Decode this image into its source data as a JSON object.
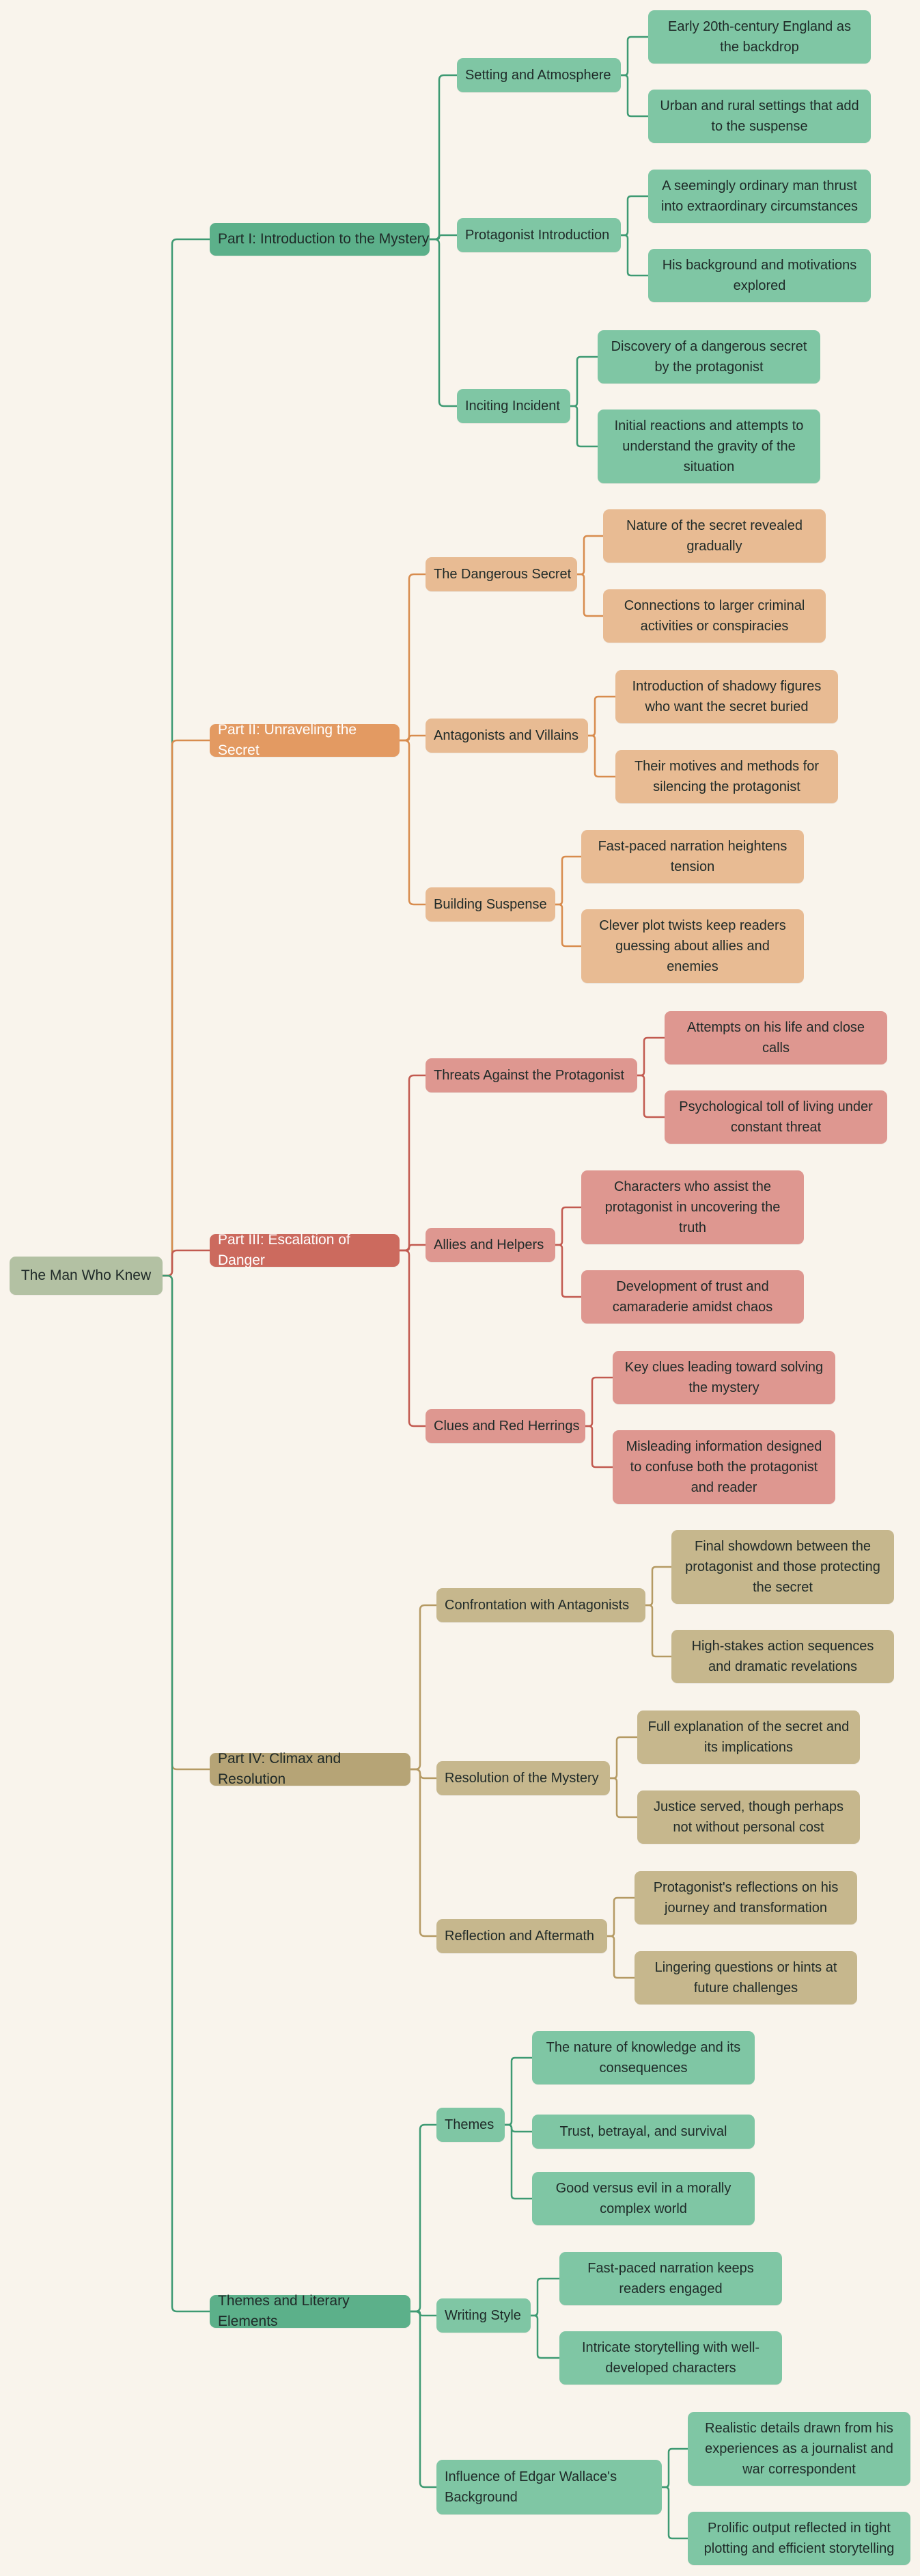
{
  "colors": {
    "background": "#f9f4ec",
    "root": "#b3c1a3",
    "green_dark": "#5cb08a",
    "green_light": "#7fc6a4",
    "green_line": "#3e9a73",
    "orange_dark": "#e39a62",
    "orange_light": "#e8bb93",
    "orange_line": "#d88c4e",
    "red_dark": "#cc6a5e",
    "red_light": "#de9790",
    "red_line": "#c25a50",
    "tan_dark": "#b6a476",
    "tan_light": "#c6b78d",
    "tan_line": "#b59a64",
    "text_light": "#ffffff",
    "text_dark": "#1f2a28"
  },
  "diagram": {
    "root": "The Man Who Knew",
    "branches": [
      {
        "label": "Part I: Introduction to the Mystery",
        "palette": "green",
        "children": [
          {
            "label": "Setting and Atmosphere",
            "children": [
              "Early 20th-century England as the backdrop",
              "Urban and rural settings that add to the suspense"
            ]
          },
          {
            "label": "Protagonist Introduction",
            "children": [
              "A seemingly ordinary man thrust into extraordinary circumstances",
              "His background and motivations explored"
            ]
          },
          {
            "label": "Inciting Incident",
            "children": [
              "Discovery of a dangerous secret by the protagonist",
              "Initial reactions and attempts to understand the gravity of the situation"
            ]
          }
        ]
      },
      {
        "label": "Part II: Unraveling the Secret",
        "palette": "orange",
        "children": [
          {
            "label": "The Dangerous Secret",
            "children": [
              "Nature of the secret revealed gradually",
              "Connections to larger criminal activities or conspiracies"
            ]
          },
          {
            "label": "Antagonists and Villains",
            "children": [
              "Introduction of shadowy figures who want the secret buried",
              "Their motives and methods for silencing the protagonist"
            ]
          },
          {
            "label": "Building Suspense",
            "children": [
              "Fast-paced narration heightens tension",
              "Clever plot twists keep readers guessing about allies and enemies"
            ]
          }
        ]
      },
      {
        "label": "Part III: Escalation of Danger",
        "palette": "red",
        "children": [
          {
            "label": "Threats Against the Protagonist",
            "children": [
              "Attempts on his life and close calls",
              "Psychological toll of living under constant threat"
            ]
          },
          {
            "label": "Allies and Helpers",
            "children": [
              "Characters who assist the protagonist in uncovering the truth",
              "Development of trust and camaraderie amidst chaos"
            ]
          },
          {
            "label": "Clues and Red Herrings",
            "children": [
              "Key clues leading toward solving the mystery",
              "Misleading information designed to confuse both the protagonist and reader"
            ]
          }
        ]
      },
      {
        "label": "Part IV: Climax and Resolution",
        "palette": "tan",
        "children": [
          {
            "label": "Confrontation with Antagonists",
            "children": [
              "Final showdown between the protagonist and those protecting the secret",
              "High-stakes action sequences and dramatic revelations"
            ]
          },
          {
            "label": "Resolution of the Mystery",
            "children": [
              "Full explanation of the secret and its implications",
              "Justice served, though perhaps not without personal cost"
            ]
          },
          {
            "label": "Reflection and Aftermath",
            "children": [
              "Protagonist's reflections on his journey and transformation",
              "Lingering questions or hints at future challenges"
            ]
          }
        ]
      },
      {
        "label": "Themes and Literary Elements",
        "palette": "green",
        "children": [
          {
            "label": "Themes",
            "children": [
              "The nature of knowledge and its consequences",
              "Trust, betrayal, and survival",
              "Good versus evil in a morally complex world"
            ]
          },
          {
            "label": "Writing Style",
            "children": [
              "Fast-paced narration keeps readers engaged",
              "Intricate storytelling with well-developed characters"
            ]
          },
          {
            "label": "Influence of Edgar Wallace's Background",
            "children": [
              "Realistic details drawn from his experiences as a journalist and war correspondent",
              "Prolific output reflected in tight plotting and efficient storytelling"
            ]
          }
        ]
      }
    ]
  }
}
